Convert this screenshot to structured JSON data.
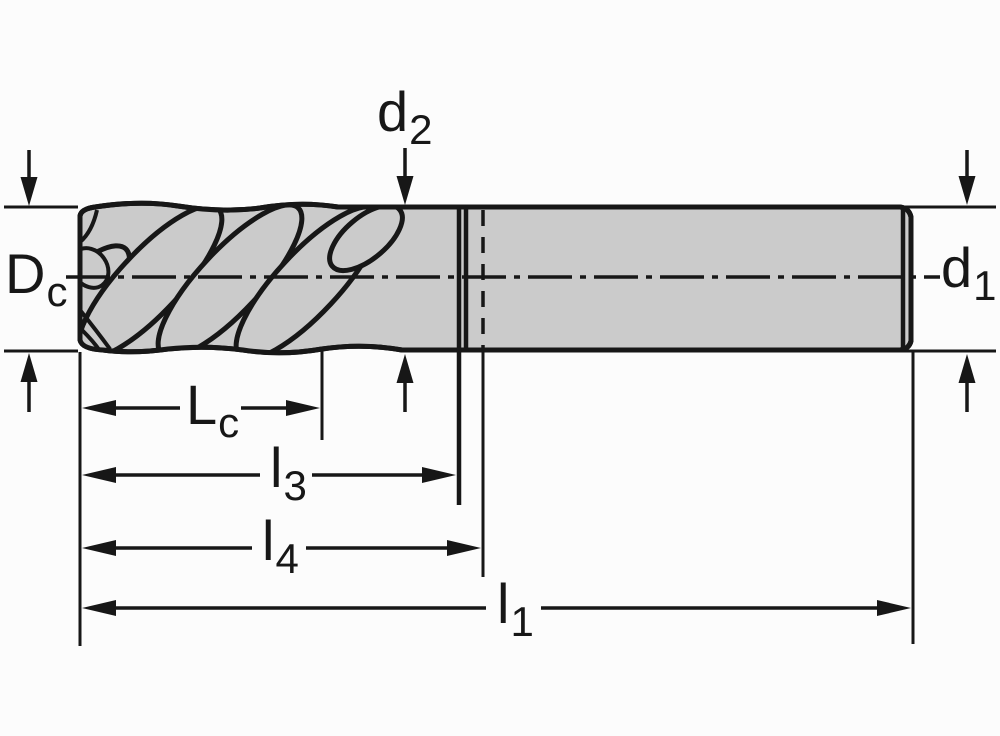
{
  "diagram": {
    "type": "technical-drawing",
    "subject": "end-mill-cutter-dimension-diagram",
    "colors": {
      "background": "#fcfcfc",
      "line": "#171717",
      "tool_fill": "#cbcbcb"
    },
    "labels": {
      "dc": {
        "main": "D",
        "sub": "c"
      },
      "d2": {
        "main": "d",
        "sub": "2"
      },
      "d1": {
        "main": "d",
        "sub": "1"
      },
      "lc": {
        "main": "L",
        "sub": "c"
      },
      "l3": {
        "main": "l",
        "sub": "3"
      },
      "l4": {
        "main": "l",
        "sub": "4"
      },
      "l1": {
        "main": "l",
        "sub": "1"
      }
    }
  }
}
